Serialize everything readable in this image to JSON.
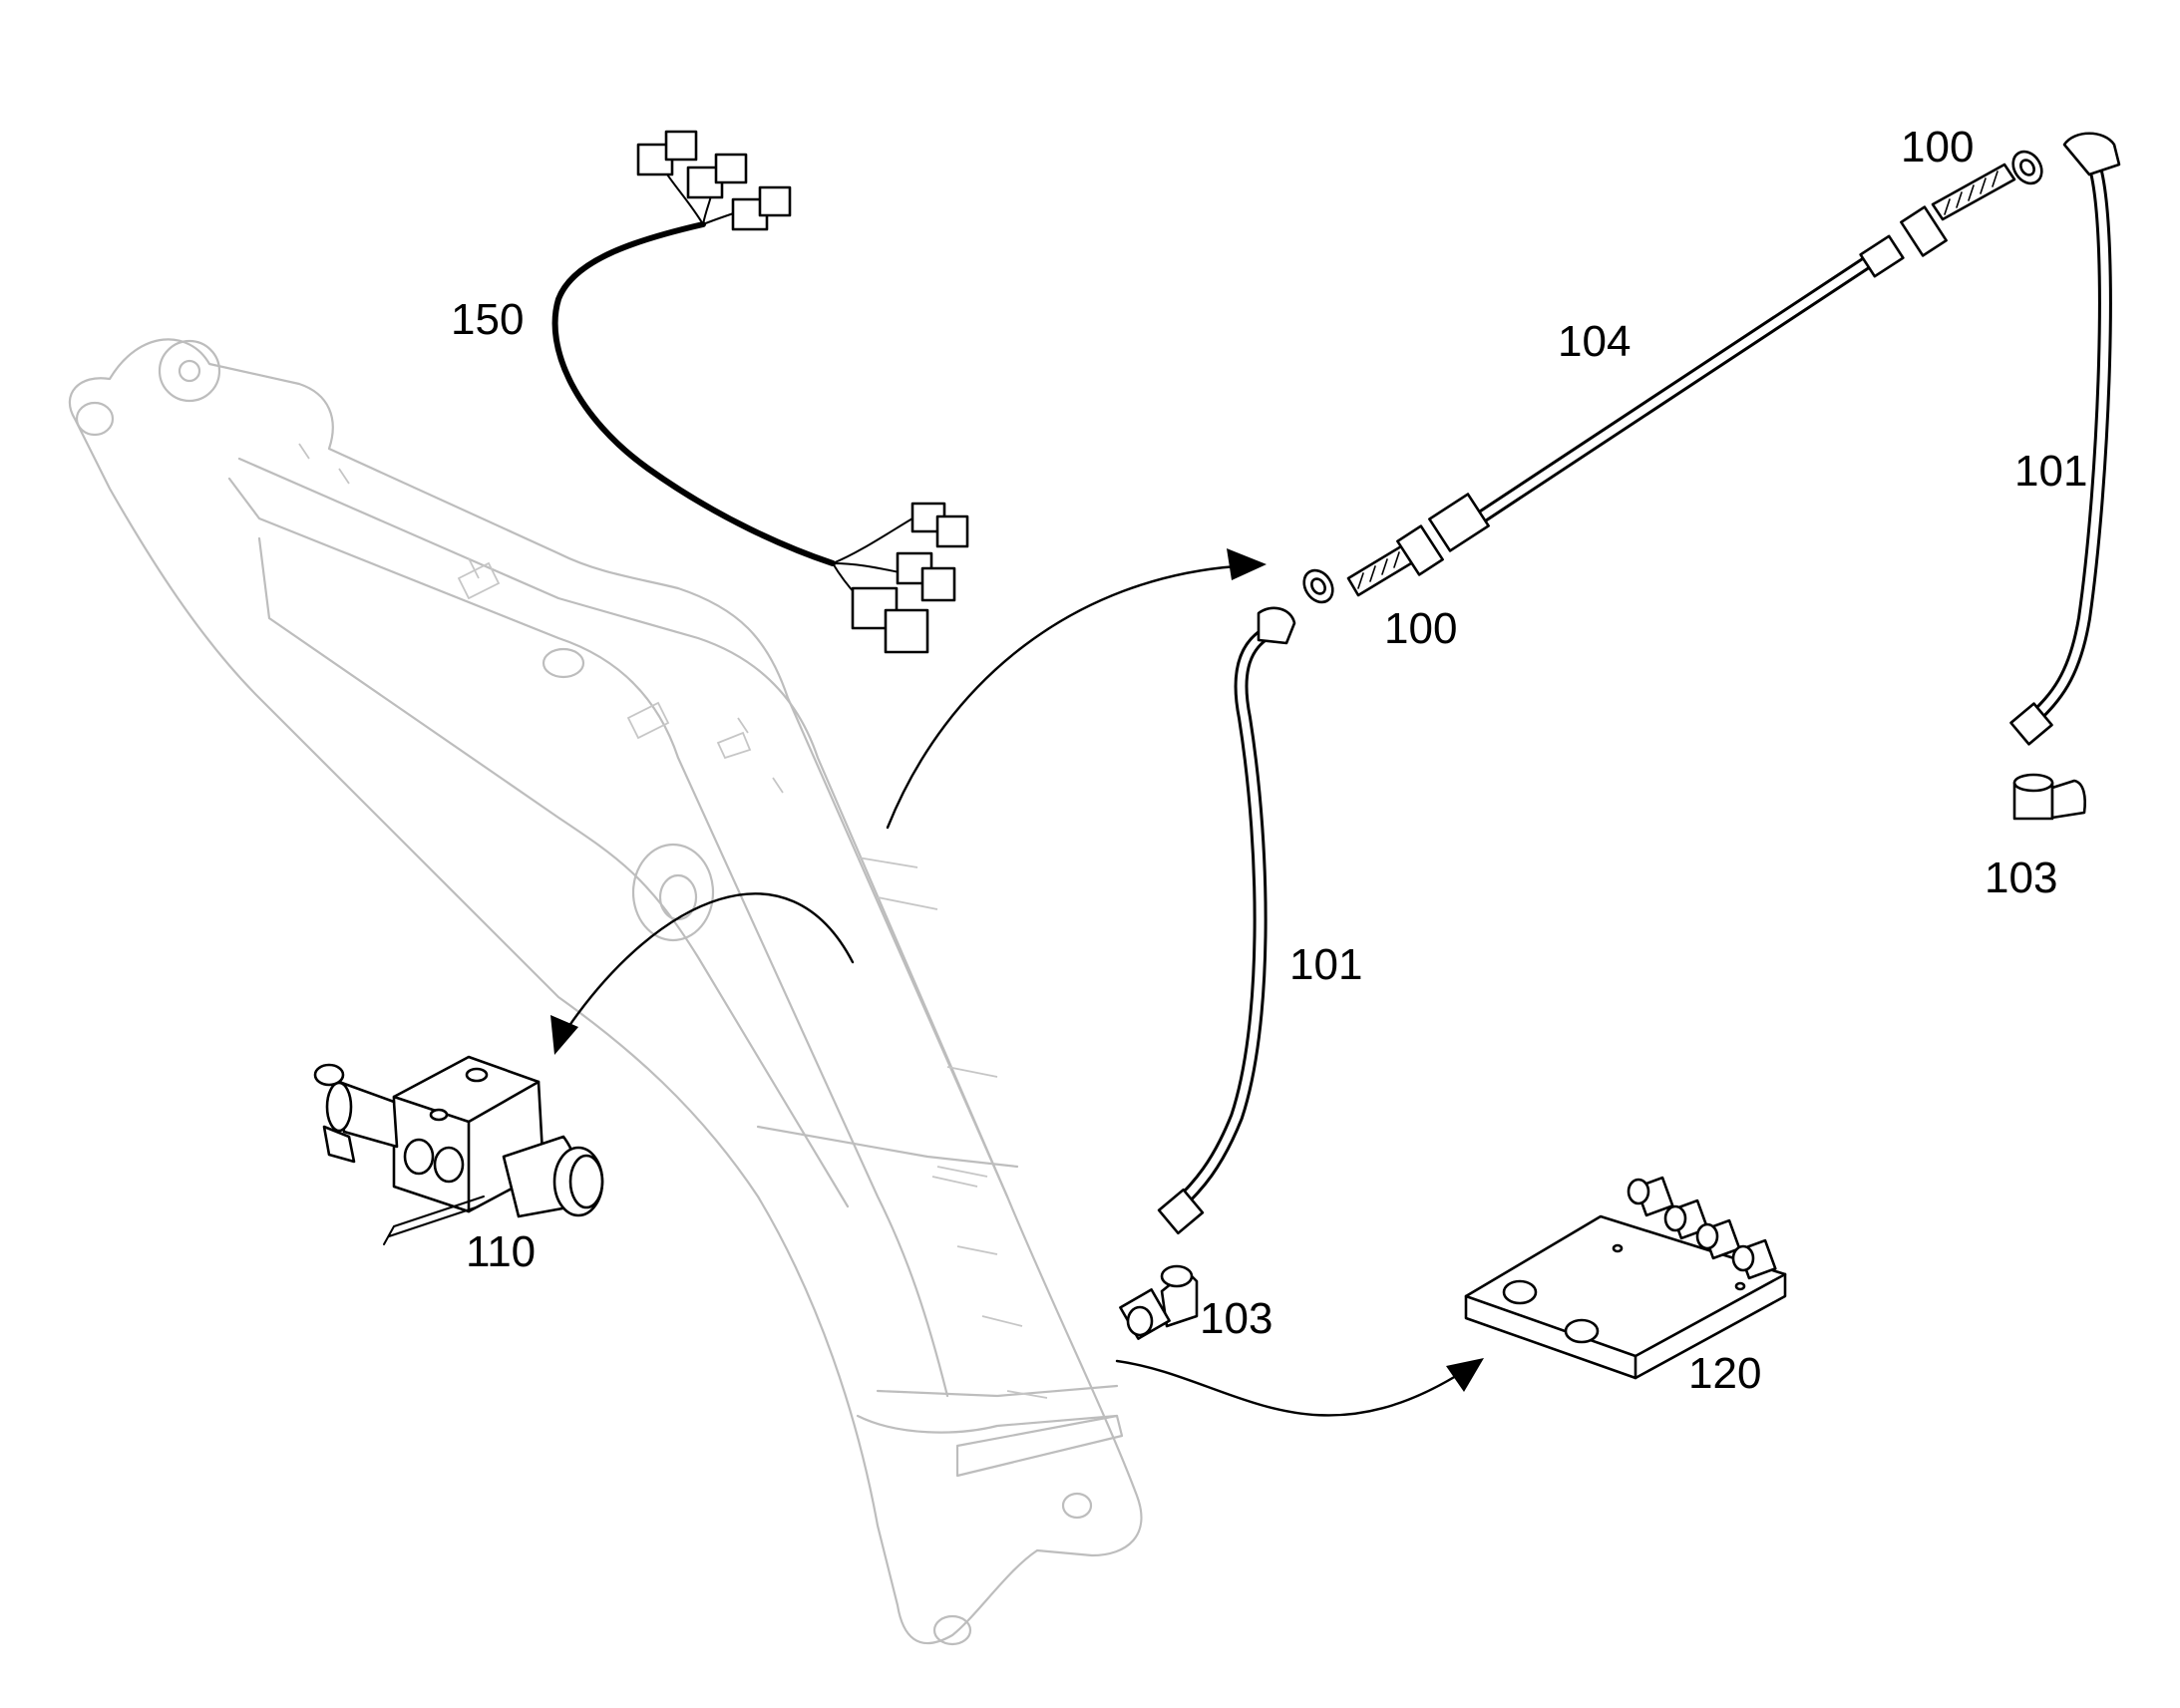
{
  "callouts": {
    "c100_top": "100",
    "c100_mid": "100",
    "c101_right": "101",
    "c101_left": "101",
    "c103_right": "103",
    "c103_left": "103",
    "c104": "104",
    "c110": "110",
    "c120": "120",
    "c150": "150"
  },
  "colors": {
    "boom_outline": "#bdbdbd",
    "part_outline": "#000000",
    "background": "#ffffff"
  }
}
